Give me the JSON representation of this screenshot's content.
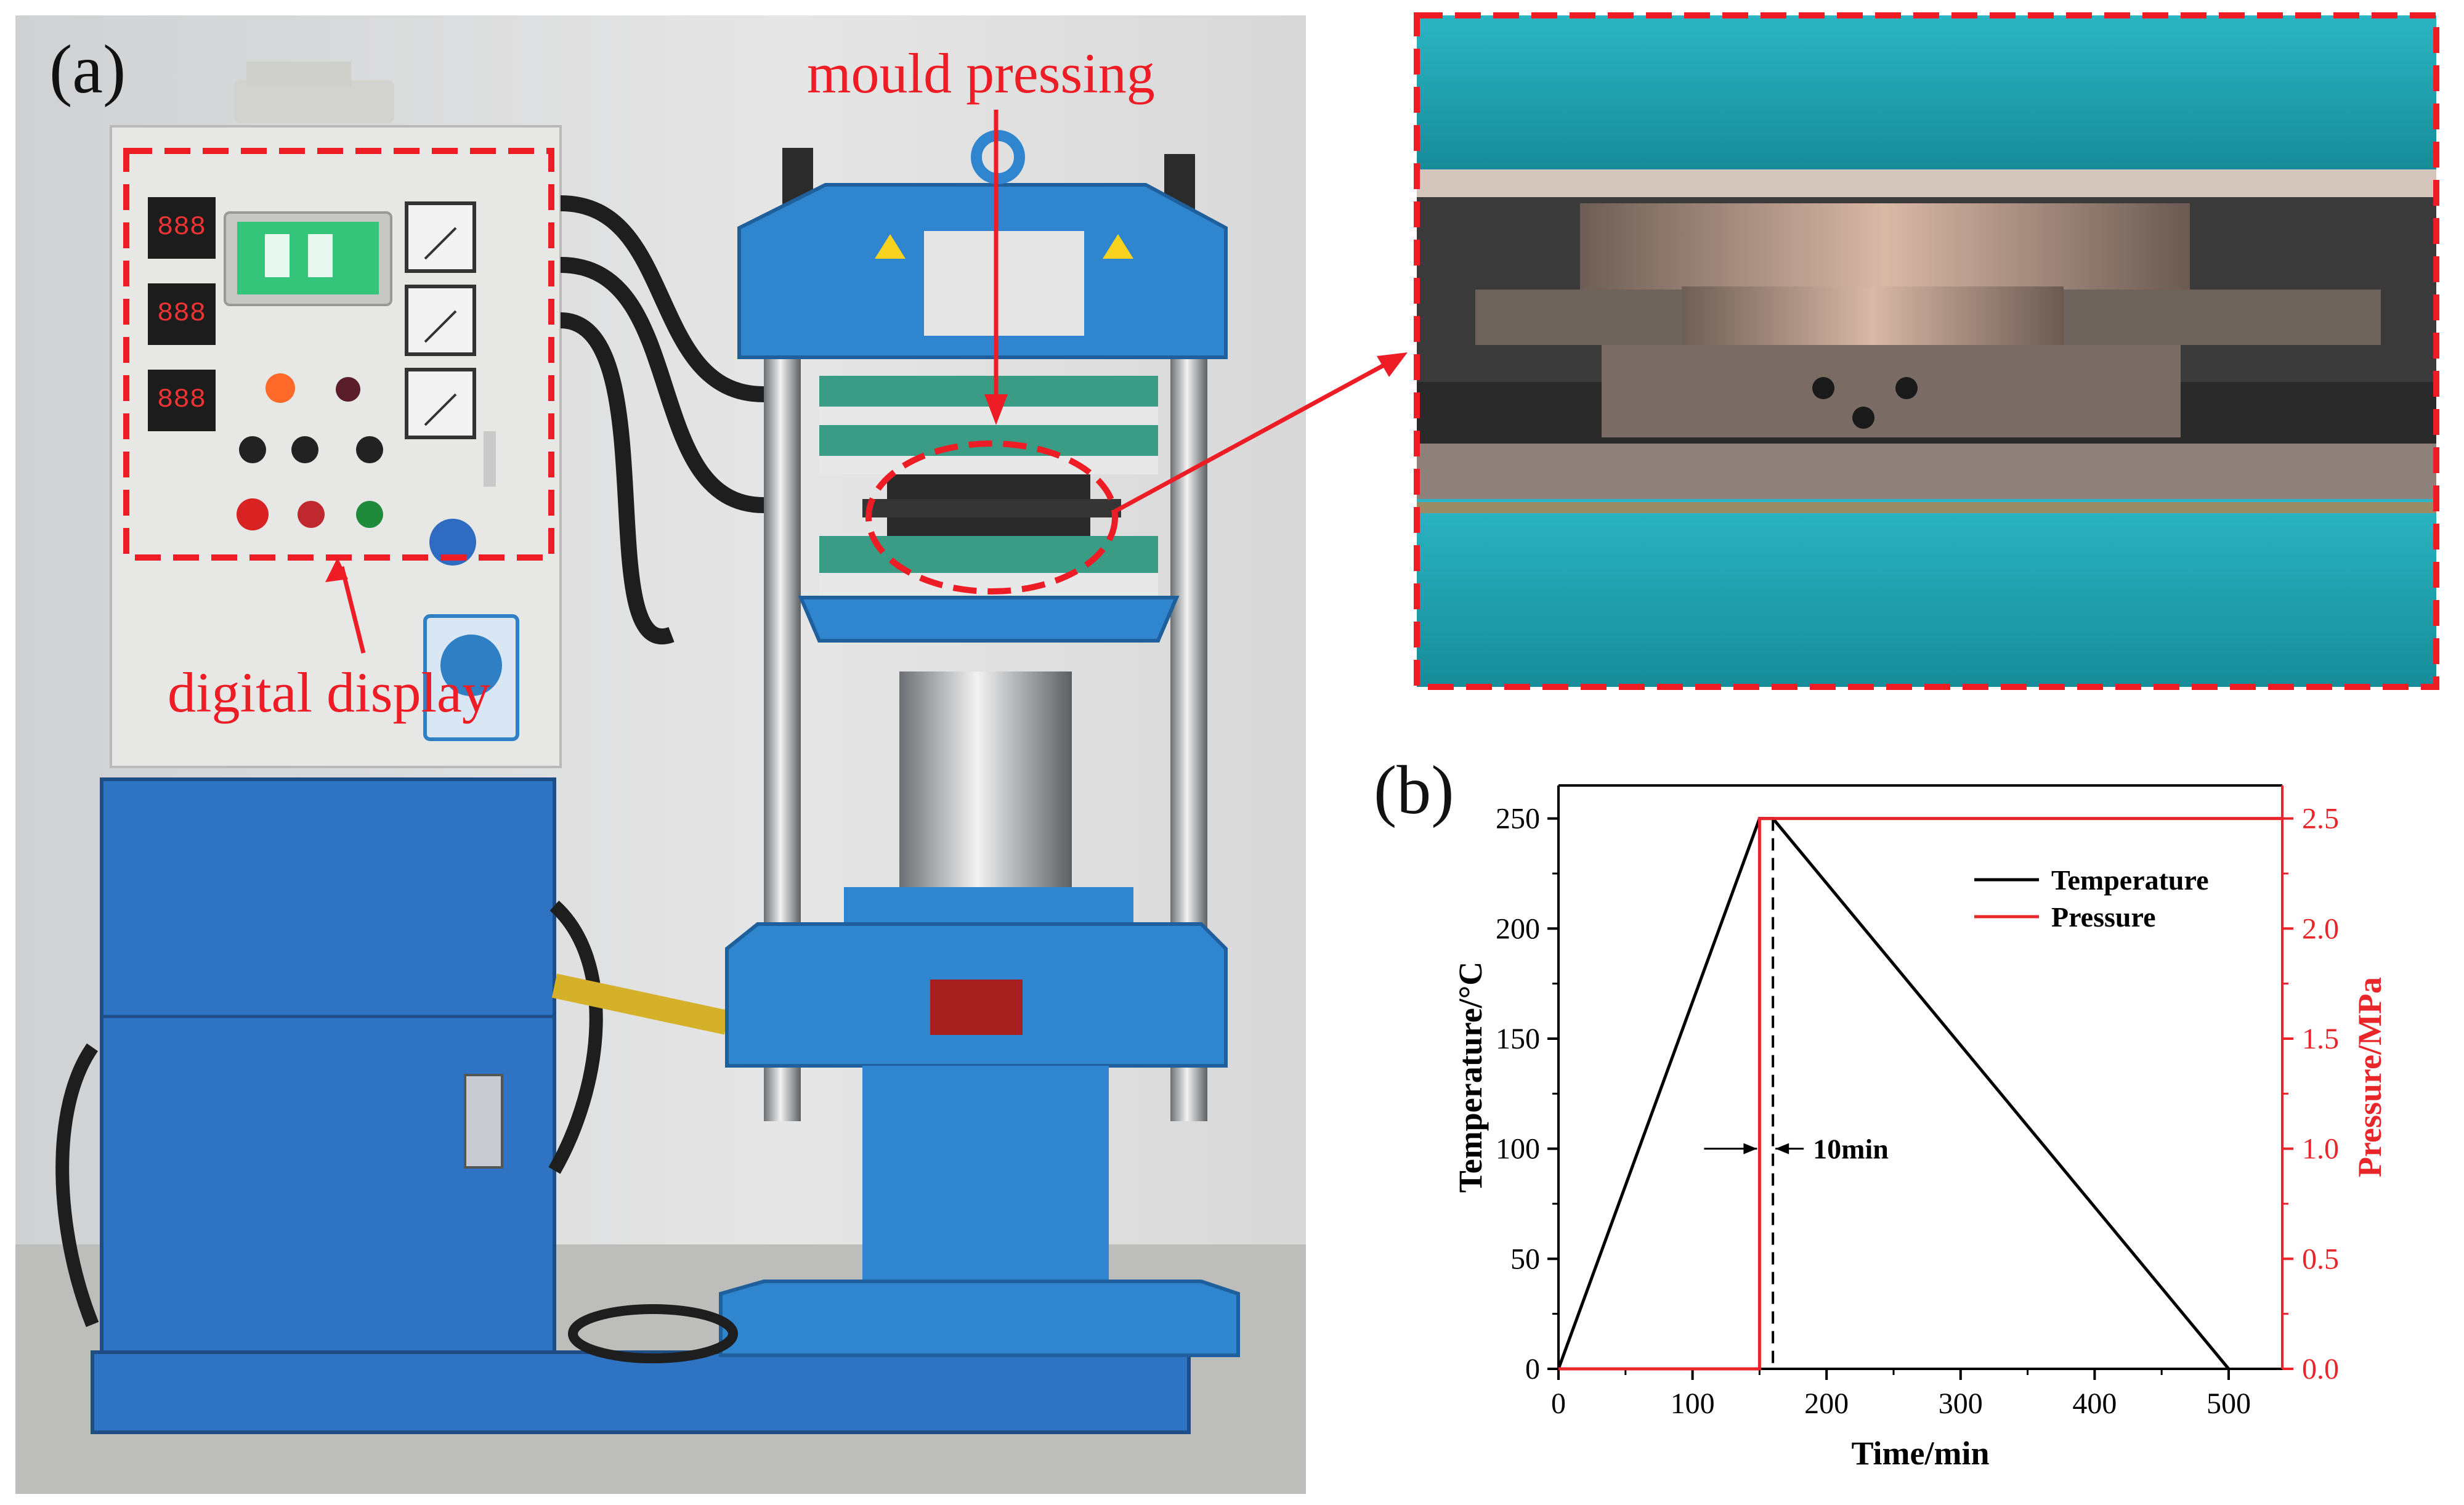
{
  "panel_a": {
    "label": "(a)",
    "annotations": {
      "mould_pressing": "mould pressing",
      "digital_display": "digital display"
    }
  },
  "panel_b": {
    "label": "(b)"
  },
  "colors": {
    "annotation_red": "#ee1c25",
    "press_blue": "#2f7fc4",
    "cabinet_gray": "#e5e5e5",
    "platen_teal": "#1f9fae",
    "temperature_line": "#000000",
    "pressure_line": "#e8262a"
  },
  "chart_data": {
    "type": "line",
    "title": "",
    "xlabel": "Time/min",
    "ylabel": "Temperature/°C",
    "ylabel_right": "Pressure/MPa",
    "xlim": [
      0,
      540
    ],
    "ylim": [
      0,
      265
    ],
    "ylim_right": [
      0,
      2.65
    ],
    "x_ticks": [
      "0",
      "100",
      "200",
      "300",
      "400",
      "500"
    ],
    "y_ticks": [
      "0",
      "50",
      "100",
      "150",
      "200",
      "250"
    ],
    "y_ticks_right": [
      "0.0",
      "0.5",
      "1.0",
      "1.5",
      "2.0",
      "2.5"
    ],
    "grid": false,
    "legend_position": "top-right",
    "series": [
      {
        "name": "Temperature",
        "axis": "left",
        "color": "#000000",
        "x": [
          0,
          150,
          160,
          500
        ],
        "y": [
          0,
          250,
          250,
          0
        ]
      },
      {
        "name": "Pressure",
        "axis": "right",
        "color": "#e8262a",
        "x": [
          0,
          150,
          150,
          540
        ],
        "y": [
          0,
          0,
          2.5,
          2.5
        ]
      }
    ],
    "reference_lines": [
      {
        "x": 150,
        "color": "#000000",
        "style": "dashed"
      },
      {
        "x": 160,
        "color": "#000000",
        "style": "dashed"
      }
    ],
    "annotations": [
      {
        "text": "10min",
        "x_range": [
          150,
          160
        ],
        "y": 100
      }
    ]
  }
}
